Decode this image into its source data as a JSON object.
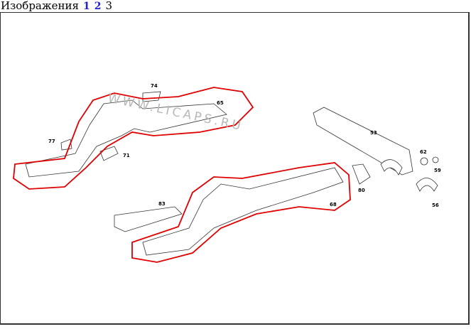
{
  "header": {
    "title": "Изображения",
    "pages": [
      {
        "label": "1",
        "link": true
      },
      {
        "label": "2",
        "link": true
      },
      {
        "label": "3",
        "link": false
      }
    ]
  },
  "diagram": {
    "watermark": "WWW.LICAPS.RU",
    "part_labels": {
      "p74": "74",
      "p65": "65",
      "p77": "77",
      "p71": "71",
      "p53": "53",
      "p62": "62",
      "p59": "59",
      "p80": "80",
      "p68": "68",
      "p83": "83",
      "p56": "56"
    },
    "highlight_color": "#e00000"
  }
}
